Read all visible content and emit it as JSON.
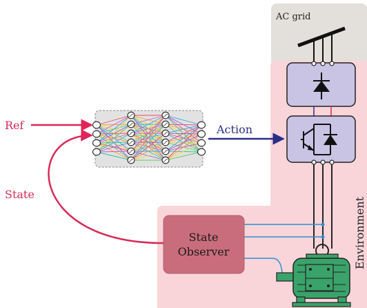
{
  "labels": {
    "ref": "Ref",
    "state": "State",
    "action": "Action",
    "ac_grid": "AC grid",
    "environment": "Environment",
    "state_observer_line1": "State",
    "state_observer_line2": "Observer"
  },
  "colors": {
    "ref_arrow": "#e0245a",
    "state_arrow": "#d62a57",
    "action_arrow": "#2b2e88",
    "environment_bg": "#f9d5d9",
    "grid_bg": "#e3dfda",
    "converter_fill": "#c9c3e4",
    "observer_fill": "#c96d7c",
    "motor_fill": "#3aa36a",
    "signal_line": "#2e8fd0",
    "nn_box": "#e2e2e2"
  },
  "icons": {
    "rectifier": "diode-icon",
    "inverter": "igbt-icon",
    "motor": "electric-motor-icon",
    "network": "neural-network-icon"
  }
}
